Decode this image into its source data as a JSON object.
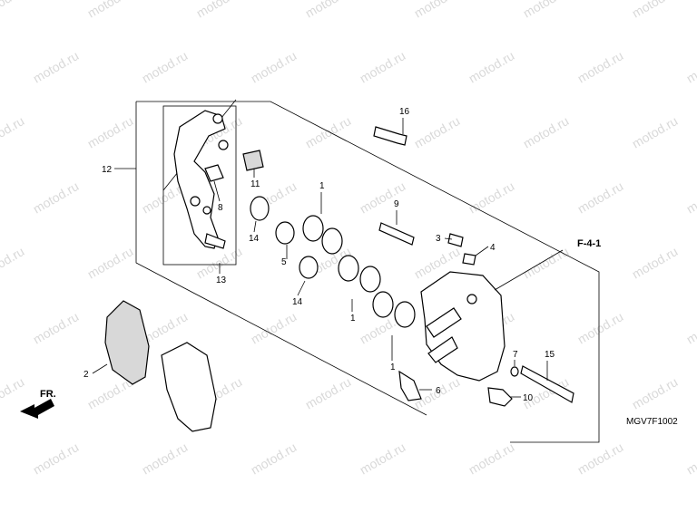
{
  "watermark": "motod.ru",
  "direction_label": "FR.",
  "reference_label": "F-4-1",
  "diagram_code": "MGV7F1002",
  "callouts": [
    "1",
    "1",
    "1",
    "2",
    "3",
    "4",
    "5",
    "6",
    "7",
    "8",
    "9",
    "10",
    "11",
    "12",
    "13",
    "14",
    "14",
    "15",
    "16"
  ]
}
